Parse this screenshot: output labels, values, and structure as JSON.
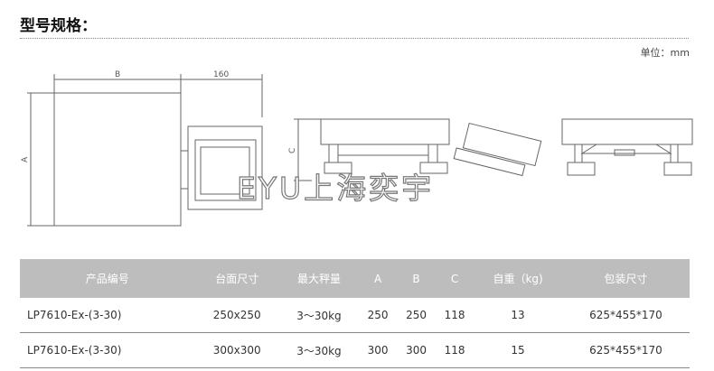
{
  "title": "型号规格：",
  "unit": "单位：mm",
  "drawing": {
    "dim_b": "B",
    "dim_160": "160",
    "dim_a": "A",
    "dim_c": "C",
    "watermark": "EYU上海奕宇"
  },
  "table": {
    "headers": [
      "产品编号",
      "台面尺寸",
      "最大秤量",
      "A",
      "B",
      "C",
      "自重（kg)",
      "包装尺寸"
    ],
    "rows": [
      [
        "LP7610-Ex-(3-30)",
        "250x250",
        "3～30kg",
        "250",
        "250",
        "118",
        "13",
        "625*455*170"
      ],
      [
        "LP7610-Ex-(3-30)",
        "300x300",
        "3～30kg",
        "300",
        "300",
        "118",
        "15",
        "625*455*170"
      ]
    ]
  }
}
